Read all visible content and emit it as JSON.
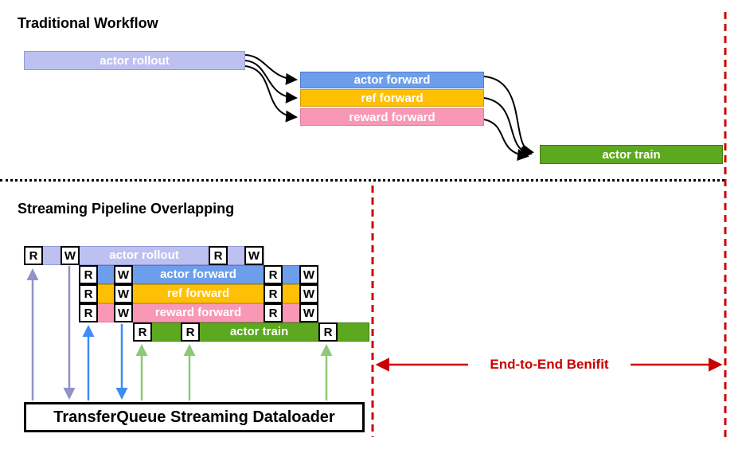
{
  "sections": {
    "traditional": {
      "title": "Traditional Workflow"
    },
    "streaming": {
      "title": "Streaming Pipeline Overlapping"
    }
  },
  "traditional": {
    "bars": [
      {
        "label": "actor rollout",
        "color": "#BDC1F0"
      },
      {
        "label": "actor forward",
        "color": "#6D9EEB"
      },
      {
        "label": "ref forward",
        "color": "#FFC003"
      },
      {
        "label": "reward forward",
        "color": "#F998B4"
      },
      {
        "label": "actor train",
        "color": "#5CA81E"
      }
    ]
  },
  "streaming": {
    "rows": [
      {
        "label": "actor rollout",
        "color": "#BDC1F0",
        "markers": [
          "R",
          "W",
          "R",
          "W"
        ]
      },
      {
        "label": "actor forward",
        "color": "#6D9EEB",
        "markers": [
          "R",
          "W",
          "R",
          "W"
        ]
      },
      {
        "label": "ref forward",
        "color": "#FFC003",
        "markers": [
          "R",
          "W",
          "R",
          "W"
        ]
      },
      {
        "label": "reward forward",
        "color": "#F998B4",
        "markers": [
          "R",
          "W",
          "R",
          "W"
        ]
      },
      {
        "label": "actor train",
        "color": "#5CA81E",
        "markers": [
          "R",
          "R",
          "R"
        ]
      }
    ]
  },
  "dataloader": {
    "label": "TransferQueue Streaming Dataloader"
  },
  "benefit": {
    "label": "End-to-End Benifit",
    "color": "#CC0000"
  },
  "colors": {
    "lavender": "#BDC1F0",
    "blue": "#6D9EEB",
    "orange": "#FFC003",
    "pink": "#F998B4",
    "green": "#5CA81E",
    "red": "#CC0000",
    "arrow_purple": "#9092C8",
    "arrow_blue": "#3D8DF5",
    "arrow_green": "#8FC878",
    "arrow_black": "#000000"
  }
}
